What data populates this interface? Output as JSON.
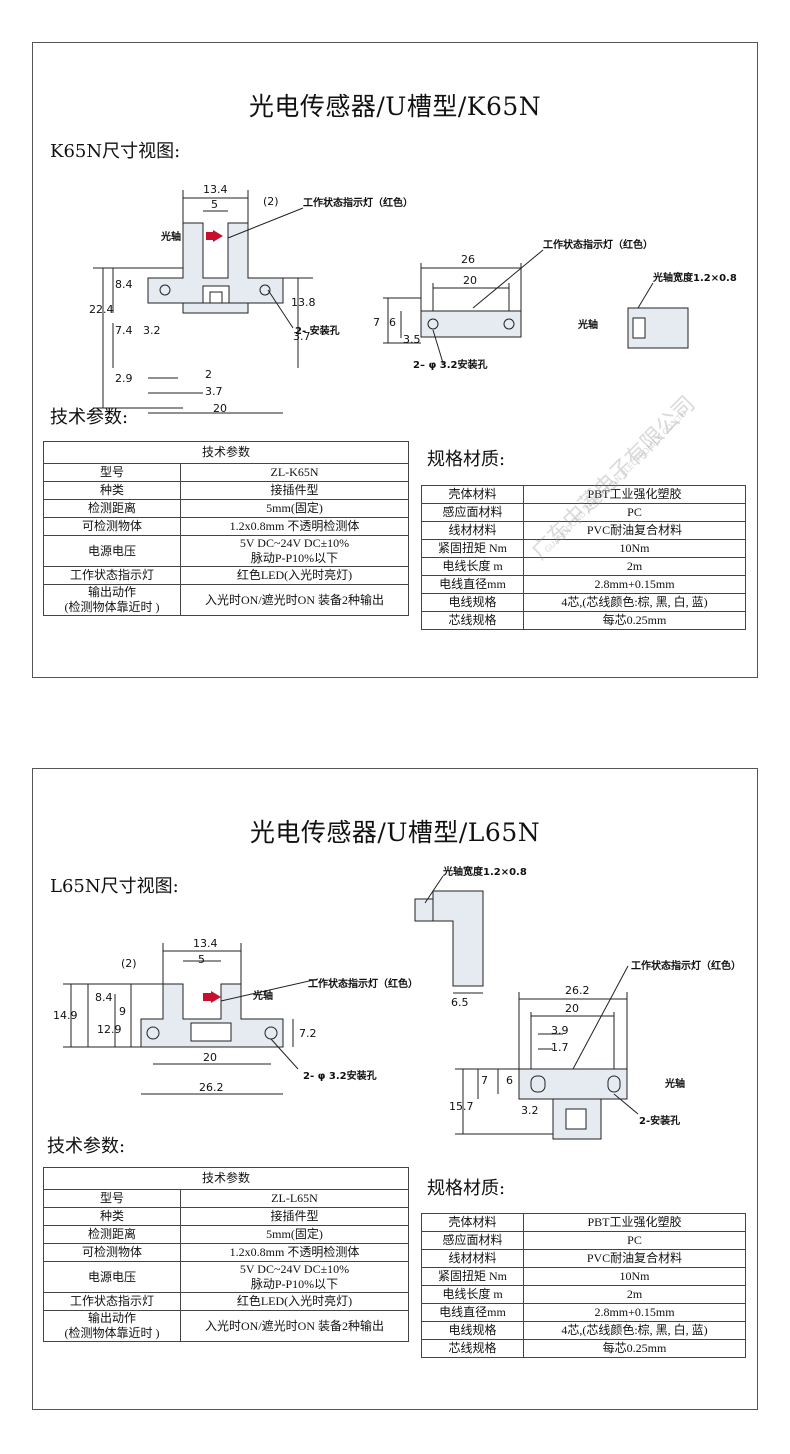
{
  "panels": [
    {
      "title": "光电传感器/U槽型/K65N",
      "view_heading": "K65N尺寸视图:",
      "tech_heading": "技术参数:",
      "material_heading": "规格材质:",
      "params_table": {
        "header": "技术参数",
        "rows": [
          [
            "型号",
            "ZL-K65N"
          ],
          [
            "种类",
            "接插件型"
          ],
          [
            "检测距离",
            "5mm(固定)"
          ],
          [
            "可检测物体",
            "1.2x0.8mm  不透明检测体"
          ],
          [
            "电源电压",
            "5V DC~24V DC±10%",
            "脉动P-P10%以下"
          ],
          [
            "工作状态指示灯",
            "红色LED(入光时亮灯)"
          ],
          [
            "输出动作",
            "(检测物体靠近时  )",
            "入光时ON/遮光时ON  装备2种输出"
          ]
        ]
      },
      "material_table": {
        "rows": [
          [
            "壳体材料",
            "PBT工业强化塑胶"
          ],
          [
            "感应面材料",
            "PC"
          ],
          [
            "线材材料",
            "PVC耐油复合材料"
          ],
          [
            "紧固扭矩  Nm",
            "10Nm"
          ],
          [
            "电线长度  m",
            "2m"
          ],
          [
            "电线直径mm",
            "2.8mm+0.15mm"
          ],
          [
            "电线规格",
            "4芯,(芯线颜色:棕, 黑, 白, 蓝)"
          ],
          [
            "芯线规格",
            "每芯0.25mm"
          ]
        ]
      },
      "drawing": {
        "dims_front": [
          "13.4",
          "5",
          "(2)",
          "8.4",
          "22.4",
          "7.4",
          "3.2",
          "13.8",
          "3.7",
          "2.9",
          "2",
          "3.7",
          "20"
        ],
        "labels_front": [
          "光轴",
          "工作状态指示灯（红色）",
          "2- 安装孔"
        ],
        "dims_side": [
          "26",
          "20",
          "7",
          "6",
          "3.5"
        ],
        "labels_side": [
          "工作状态指示灯（红色）",
          "光轴",
          "2– φ 3.2安装孔"
        ],
        "label_detail": "光轴宽度1.2×0.8"
      }
    },
    {
      "title": "光电传感器/U槽型/L65N",
      "view_heading": "L65N尺寸视图:",
      "tech_heading": "技术参数:",
      "material_heading": "规格材质:",
      "params_table": {
        "header": "技术参数",
        "rows": [
          [
            "型号",
            "ZL-L65N"
          ],
          [
            "种类",
            "接插件型"
          ],
          [
            "检测距离",
            "5mm(固定)"
          ],
          [
            "可检测物体",
            "1.2x0.8mm  不透明检测体"
          ],
          [
            "电源电压",
            "5V DC~24V DC±10%",
            "脉动P-P10%以下"
          ],
          [
            "工作状态指示灯",
            "红色LED(入光时亮灯)"
          ],
          [
            "输出动作",
            "(检测物体靠近时  )",
            "入光时ON/遮光时ON  装备2种输出"
          ]
        ]
      },
      "material_table": {
        "rows": [
          [
            "壳体材料",
            "PBT工业强化塑胶"
          ],
          [
            "感应面材料",
            "PC"
          ],
          [
            "线材材料",
            "PVC耐油复合材料"
          ],
          [
            "紧固扭矩  Nm",
            "10Nm"
          ],
          [
            "电线长度  m",
            "2m"
          ],
          [
            "电线直径mm",
            "2.8mm+0.15mm"
          ],
          [
            "电线规格",
            "4芯,(芯线颜色:棕, 黑, 白, 蓝)"
          ],
          [
            "芯线规格",
            "每芯0.25mm"
          ]
        ]
      },
      "drawing": {
        "dims_front": [
          "13.4",
          "5",
          "(2)",
          "8.4",
          "14.9",
          "9",
          "12.9",
          "7.2",
          "20",
          "26.2"
        ],
        "labels_front": [
          "光轴",
          "工作状态指示灯（红色）",
          "2- φ 3.2安装孔"
        ],
        "label_detail": "光轴宽度1.2×0.8",
        "dims_detail": [
          "6.5"
        ],
        "dims_side": [
          "26.2",
          "20",
          "3.9",
          "1.7",
          "7",
          "6",
          "15.7",
          "3.2"
        ],
        "labels_side": [
          "工作状态指示灯（红色）",
          "光轴",
          "2-安装孔"
        ]
      }
    }
  ],
  "watermark": {
    "cn": "广东中莲电子有限公司",
    "en": "GUANGDONG ZHONGLIAN ELECTRONICS CO.,LTD"
  },
  "colors": {
    "led": "#c8102e",
    "part": "#e6ebf2",
    "line": "#222222"
  }
}
